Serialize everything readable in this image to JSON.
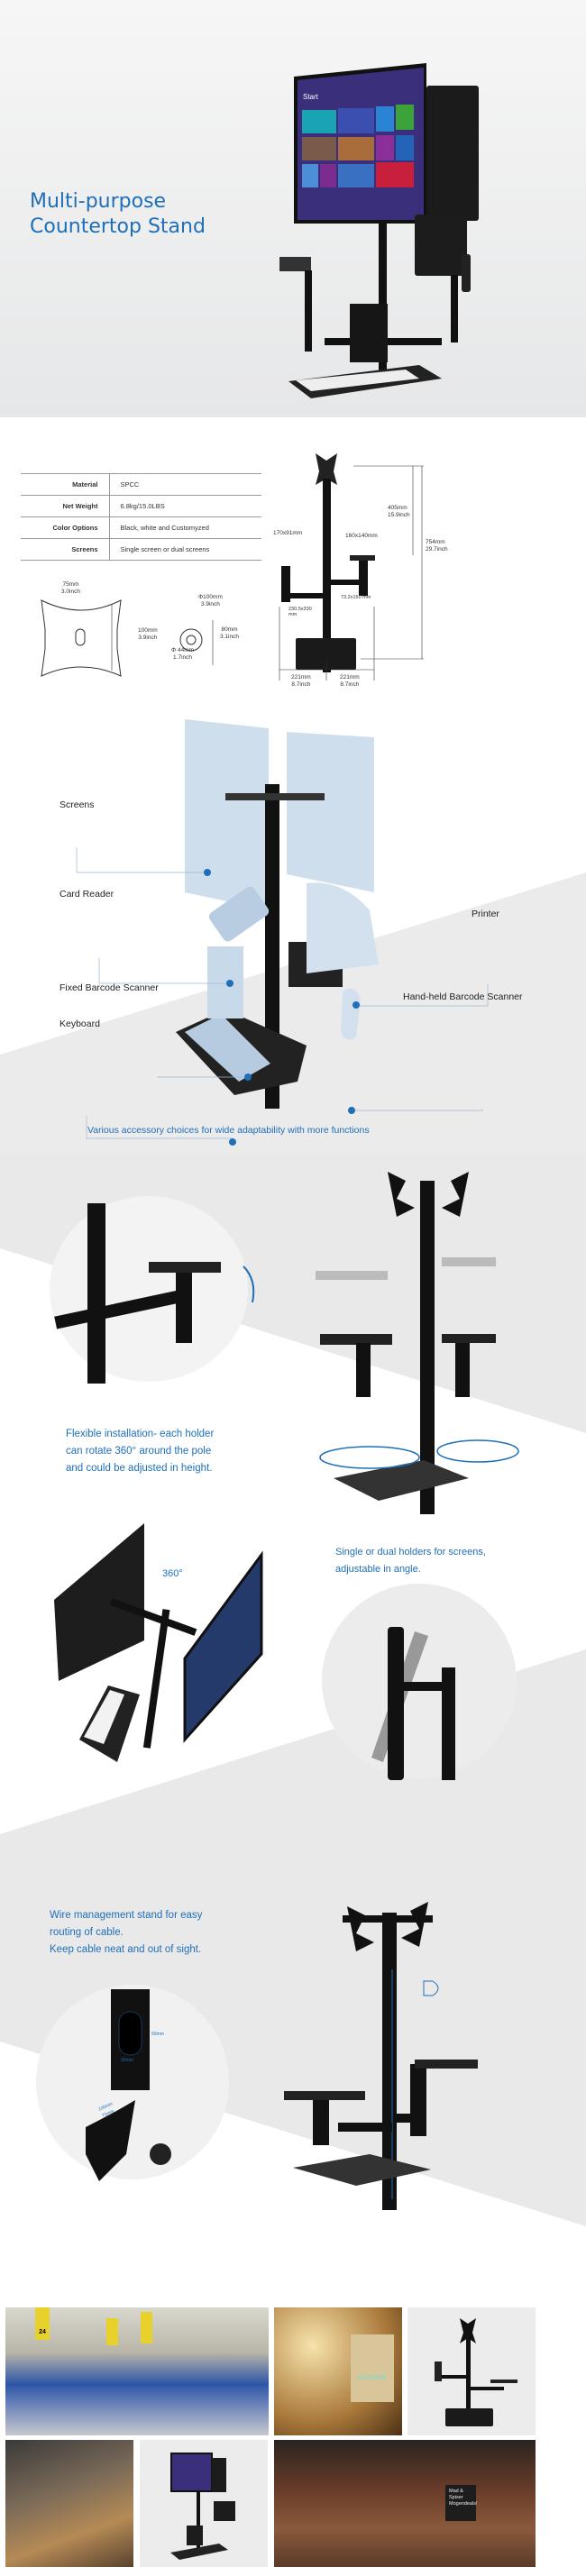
{
  "hero": {
    "title_line1": "Multi-purpose",
    "title_line2": "Countertop Stand",
    "screen_start_label": "Start"
  },
  "specs": {
    "rows": [
      {
        "label": "Material",
        "value": "SPCC"
      },
      {
        "label": "Net Weight",
        "value": "6.8kg/15.0LBS"
      },
      {
        "label": "Color Options",
        "value": "Black, white and Customyzed"
      },
      {
        "label": "Screens",
        "value": "Single screen or dual screens"
      }
    ],
    "vesa": {
      "width_mm": "75mm",
      "width_in": "3.0inch",
      "height_mm": "100mm",
      "height_in": "3.9inch"
    },
    "plate": {
      "outer_mm": "Φ100mm",
      "outer_in": "3.9inch",
      "height_mm": "80mm",
      "height_in": "3.1inch",
      "inner_mm": "Φ 44mm",
      "inner_in": "1.7inch"
    },
    "stand": {
      "left_holder": "170x91mm",
      "right_tray": "160x140mm",
      "upper_height_mm": "405mm",
      "upper_height_in": "15.9inch",
      "total_height_mm": "754mm",
      "total_height_in": "29.7inch",
      "small_tray": "73.2x150 mm",
      "base": "230.5x330 mm",
      "left_width_mm": "221mm",
      "left_width_in": "8.7inch",
      "right_width_mm": "221mm",
      "right_width_in": "8.7inch"
    }
  },
  "accessories": {
    "labels": {
      "screens": "Screens",
      "card_reader": "Card Reader",
      "fixed_scanner": "Fixed Barcode Scanner",
      "keyboard": "Keyboard",
      "printer": "Printer",
      "handheld_scanner": "Hand-held Barcode Scanner"
    },
    "caption": "Various accessory choices for wide adaptability with more functions"
  },
  "flexible": {
    "line1": "Flexible installation- each holder",
    "line2": "can rotate 360° around the pole",
    "line3": "and could be adjusted in height."
  },
  "screens_holder": {
    "rotation_label": "360°",
    "line1": "Single or dual holders for screens,",
    "line2": "adjustable in angle."
  },
  "wire": {
    "line1": "Wire management stand for easy",
    "line2": "routing of cable.",
    "line3": "Keep cable neat and out of sight.",
    "hole_height": "50mm",
    "hole_width": "30mm",
    "vesa_100": "100mm",
    "vesa_75": "75mm"
  },
  "photos": {
    "cashier_sign": "CASHIER",
    "aisle_number": "24",
    "chalkboard": "Mad & Spiser Mogendeals!"
  },
  "colors": {
    "accent": "#1e6fb8",
    "bg_gray": "#e8e8e8"
  }
}
